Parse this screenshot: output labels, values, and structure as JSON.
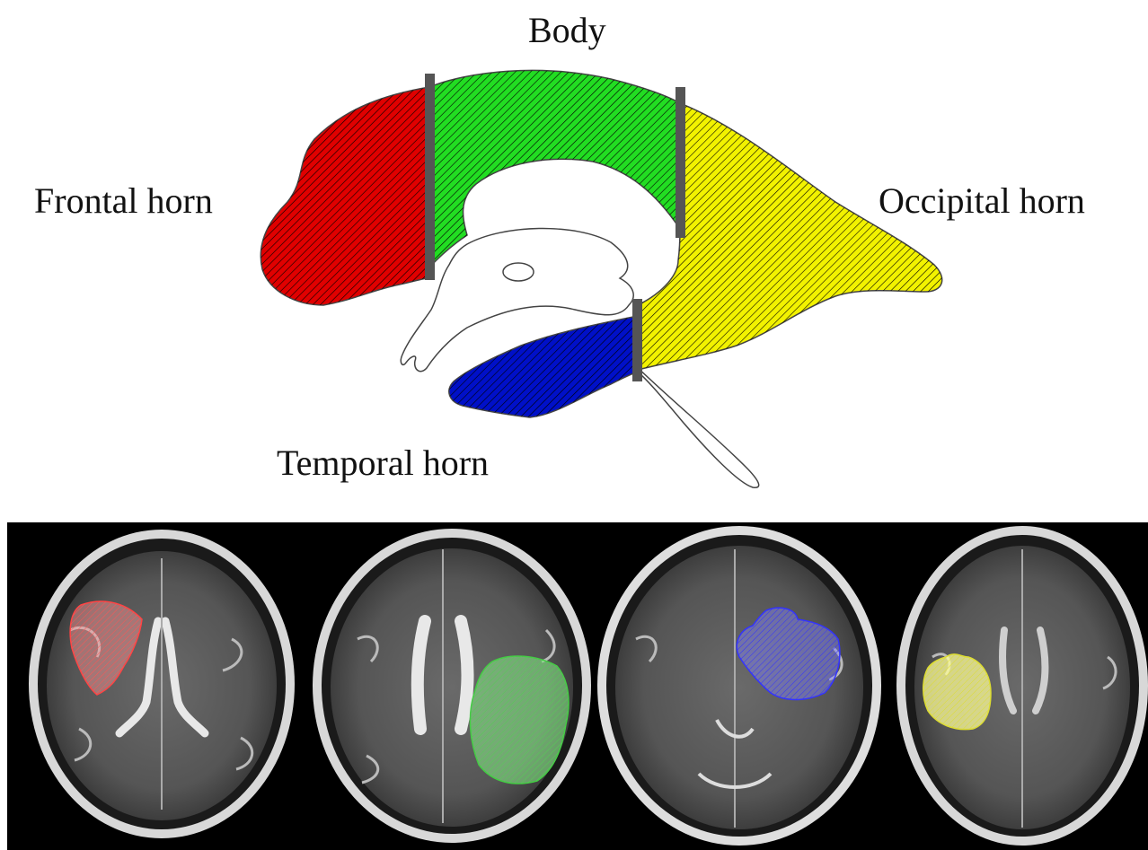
{
  "labels": {
    "body": "Body",
    "frontal_horn": "Frontal horn",
    "occipital_horn": "Occipital horn",
    "temporal_horn": "Temporal horn"
  },
  "colors": {
    "frontal": "#e00000",
    "body": "#22dd22",
    "occipital": "#f2f200",
    "temporal": "#0010c8",
    "divider": "#555555",
    "outline": "#444444"
  },
  "mri_panels": [
    {
      "region": "frontal",
      "color": "#ff6666"
    },
    {
      "region": "body",
      "color": "#88ee88"
    },
    {
      "region": "temporal",
      "color": "#6666ff"
    },
    {
      "region": "occipital",
      "color": "#ffff88"
    }
  ]
}
